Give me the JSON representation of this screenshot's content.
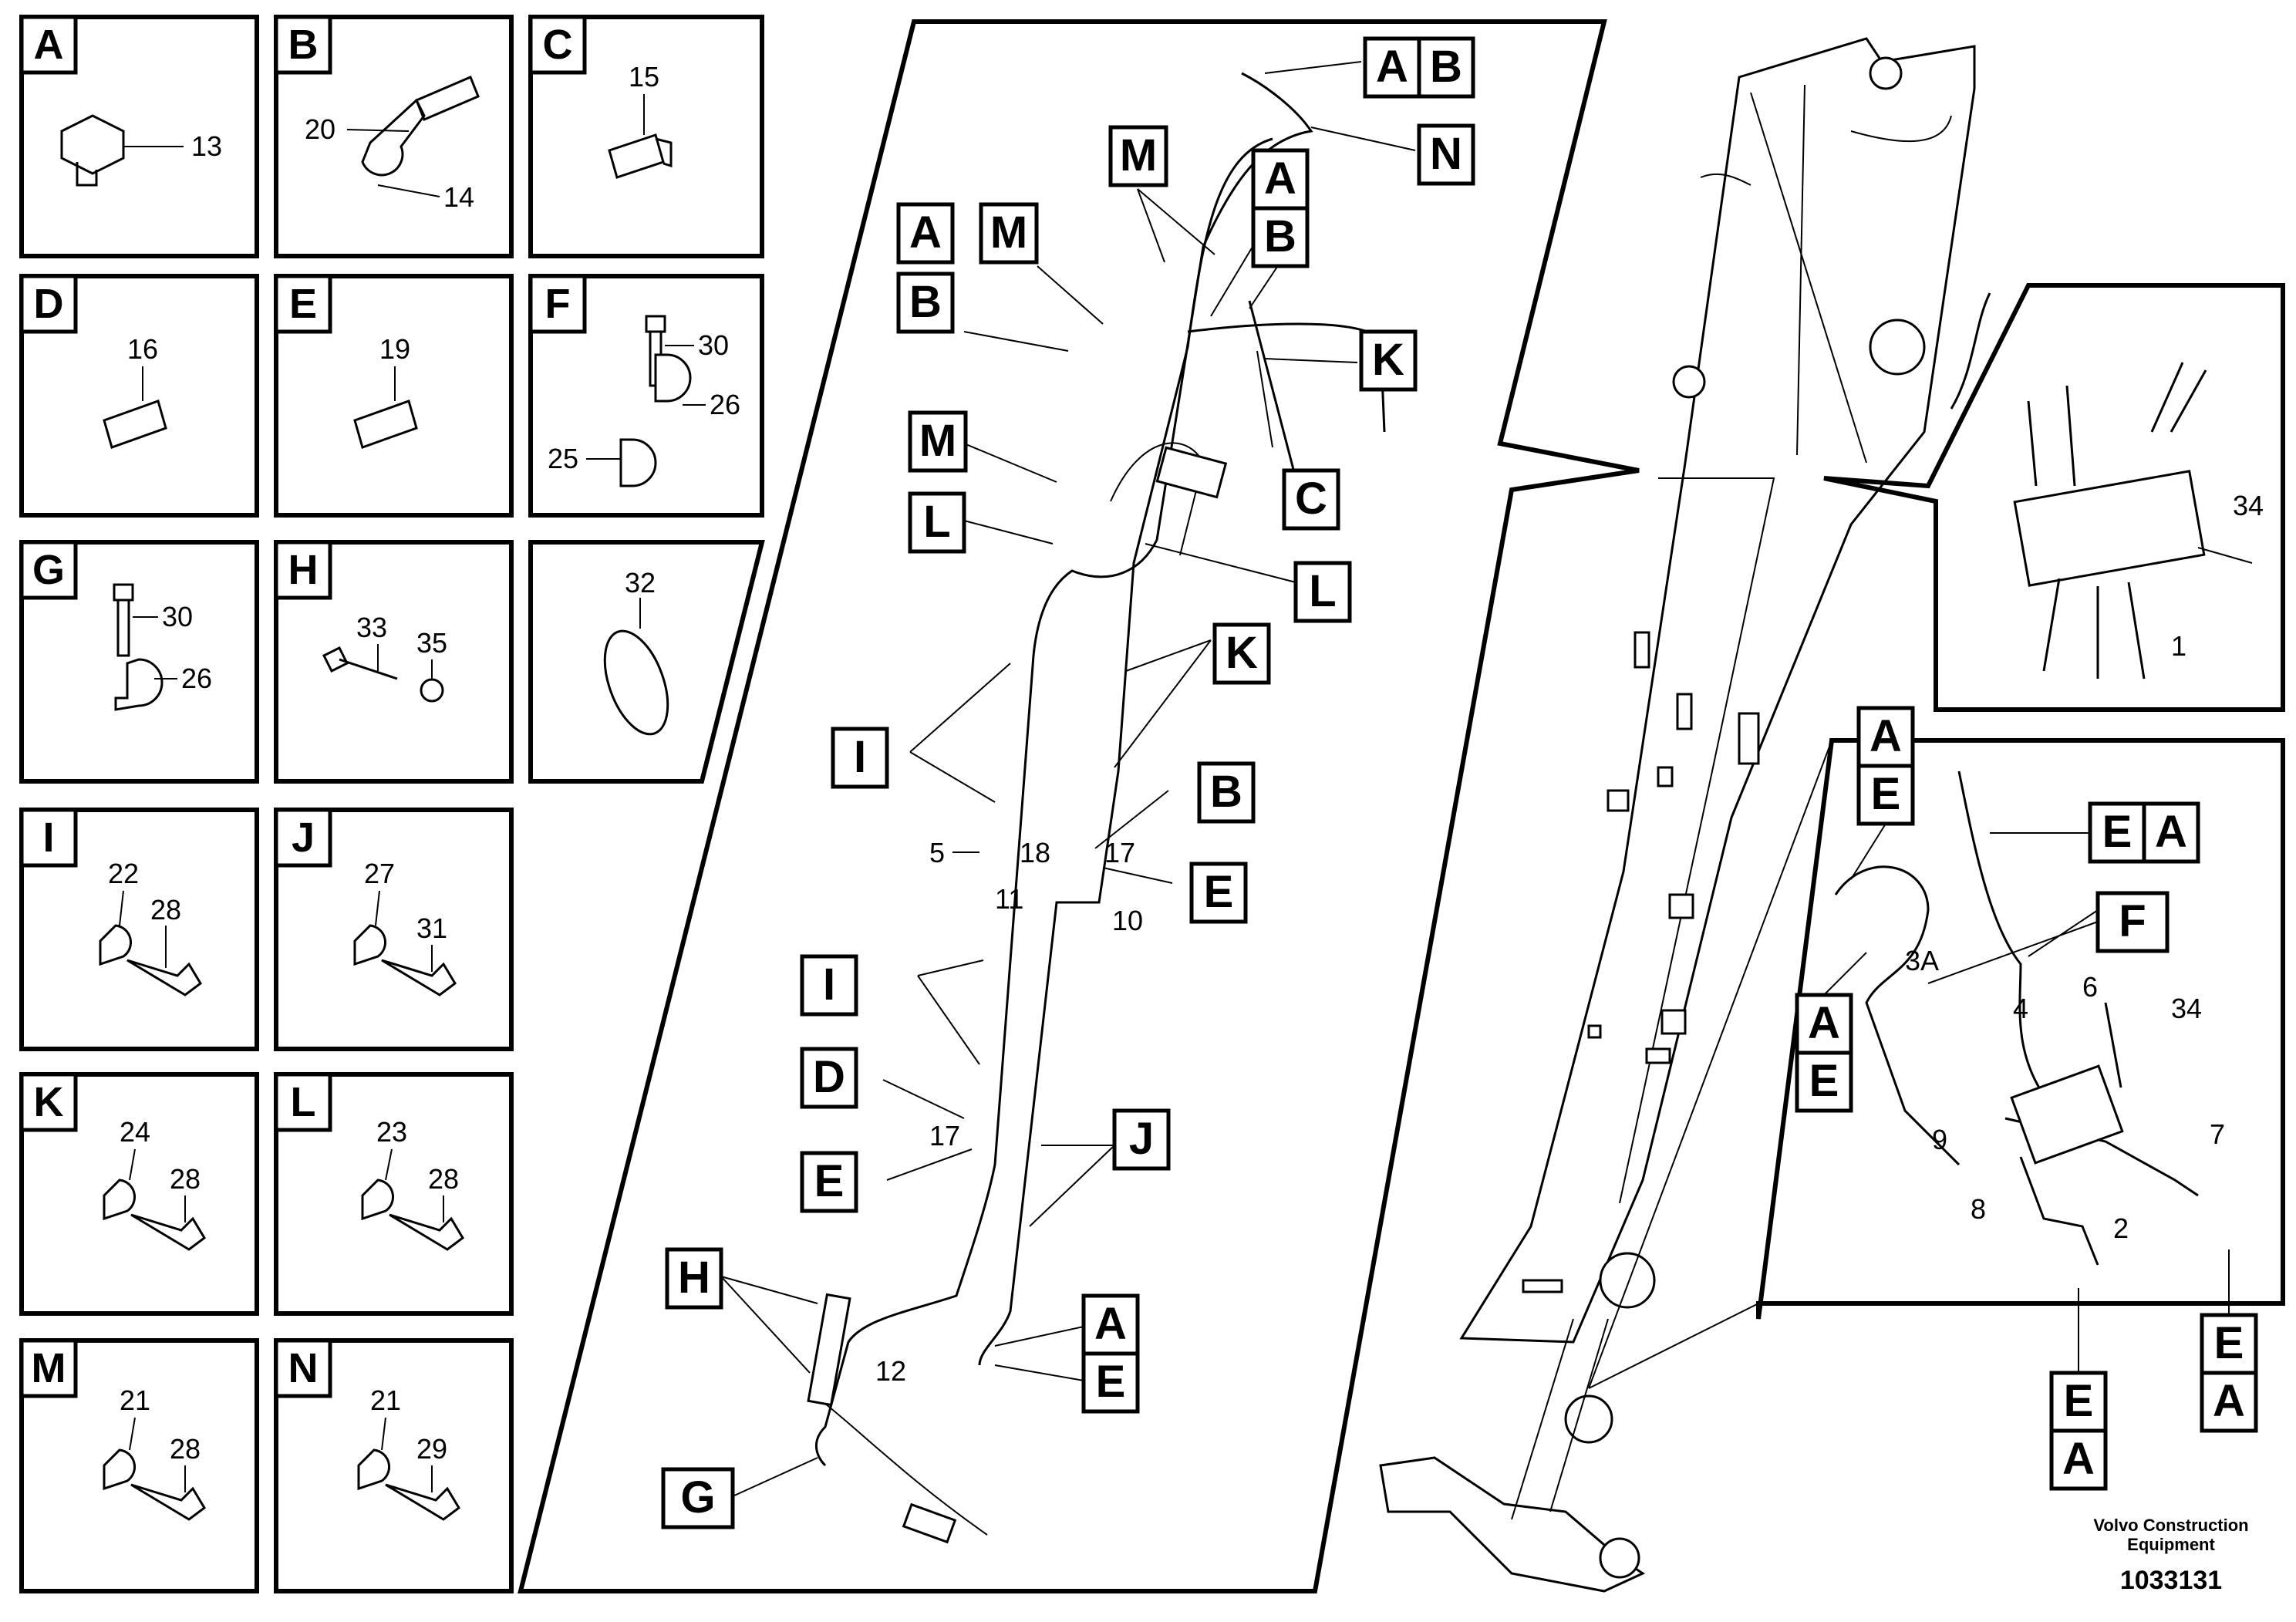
{
  "detail_panels": [
    {
      "letter": "A",
      "parts": [
        "13"
      ]
    },
    {
      "letter": "B",
      "parts": [
        "20",
        "14"
      ]
    },
    {
      "letter": "C",
      "parts": [
        "15"
      ]
    },
    {
      "letter": "D",
      "parts": [
        "16"
      ]
    },
    {
      "letter": "E",
      "parts": [
        "19"
      ]
    },
    {
      "letter": "F",
      "parts": [
        "30",
        "26",
        "25"
      ]
    },
    {
      "letter": "G",
      "parts": [
        "30",
        "26"
      ]
    },
    {
      "letter": "H",
      "parts": [
        "33",
        "35"
      ]
    },
    {
      "letter": "",
      "parts": [
        "32"
      ]
    },
    {
      "letter": "I",
      "parts": [
        "22",
        "28"
      ]
    },
    {
      "letter": "J",
      "parts": [
        "27",
        "31"
      ]
    },
    {
      "letter": "K",
      "parts": [
        "24",
        "28"
      ]
    },
    {
      "letter": "L",
      "parts": [
        "23",
        "28"
      ]
    },
    {
      "letter": "M",
      "parts": [
        "21",
        "28"
      ]
    },
    {
      "letter": "N",
      "parts": [
        "21",
        "29"
      ]
    }
  ],
  "center_callouts": [
    "A",
    "B",
    "N",
    "M",
    "A",
    "B",
    "A",
    "M",
    "B",
    "K",
    "M",
    "C",
    "L",
    "L",
    "K",
    "I",
    "B",
    "E",
    "I",
    "D",
    "J",
    "E",
    "H",
    "A",
    "E",
    "G"
  ],
  "center_part_numbers": [
    "5",
    "18",
    "17",
    "11",
    "10",
    "17",
    "12"
  ],
  "right_callouts": [
    "A",
    "E",
    "E",
    "A",
    "F",
    "A",
    "E",
    "E",
    "A",
    "E",
    "A"
  ],
  "right_part_numbers": [
    "34",
    "1",
    "3A",
    "6",
    "4",
    "34",
    "9",
    "7",
    "8",
    "2"
  ],
  "footer": {
    "company_line1": "Volvo Construction",
    "company_line2": "Equipment",
    "drawing_number": "1033131"
  }
}
